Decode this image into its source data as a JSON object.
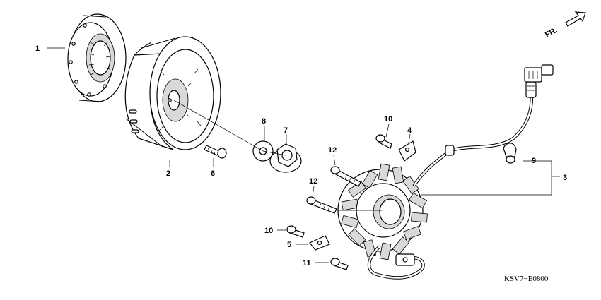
{
  "diagram": {
    "front_indicator": "FR.",
    "drawing_code": "KSV7−E0800",
    "callouts": {
      "p1": "1",
      "p2": "2",
      "p3": "3",
      "p4": "4",
      "p5": "5",
      "p6": "6",
      "p7": "7",
      "p8": "8",
      "p9": "9",
      "p10a": "10",
      "p10b": "10",
      "p11": "11",
      "p12a": "12",
      "p12b": "12"
    }
  }
}
